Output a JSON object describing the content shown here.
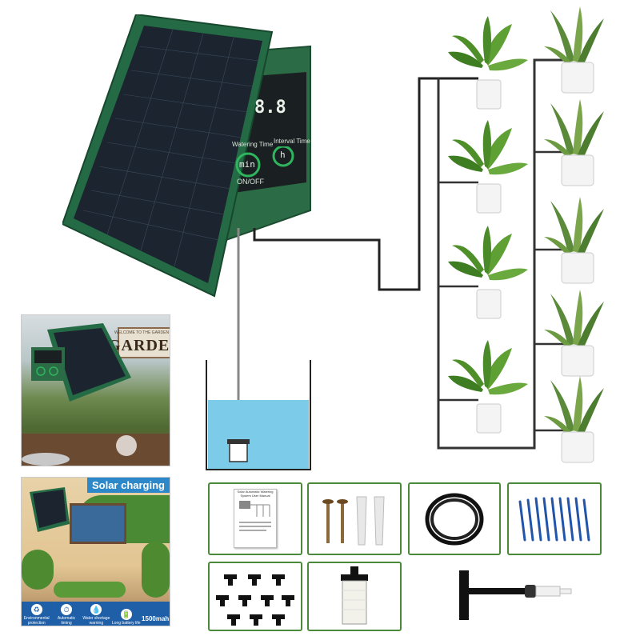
{
  "device": {
    "display_digits": "8.8",
    "label_watering_time": "Watering Time",
    "label_interval_time": "Interval Time",
    "button_min": "min",
    "button_h": "h",
    "label_on_off": "ON/OFF"
  },
  "garden_photo": {
    "sign_text": "GARDEN",
    "sign_small_text": "WELCOME TO THE GARDEN"
  },
  "wall_photo": {
    "banner": "Solar charging",
    "features": [
      {
        "icon": "♻",
        "label": "Environmental protection"
      },
      {
        "icon": "⏱",
        "label": "Automatic timing"
      },
      {
        "icon": "💧",
        "label": "Water shortage warning"
      },
      {
        "icon": "🔋",
        "label": "Long battery life"
      }
    ],
    "battery_capacity": "1500mah"
  },
  "kit": {
    "manual_title": "Solar Automatic Watering System User Manual"
  },
  "colors": {
    "device_green": "#2b6b45",
    "solar_panel": "#1c2430",
    "water": "#7ccbe8",
    "tube": "#222222",
    "kit_border": "#4a8a3a",
    "banner_blue": "#2d88c9"
  }
}
